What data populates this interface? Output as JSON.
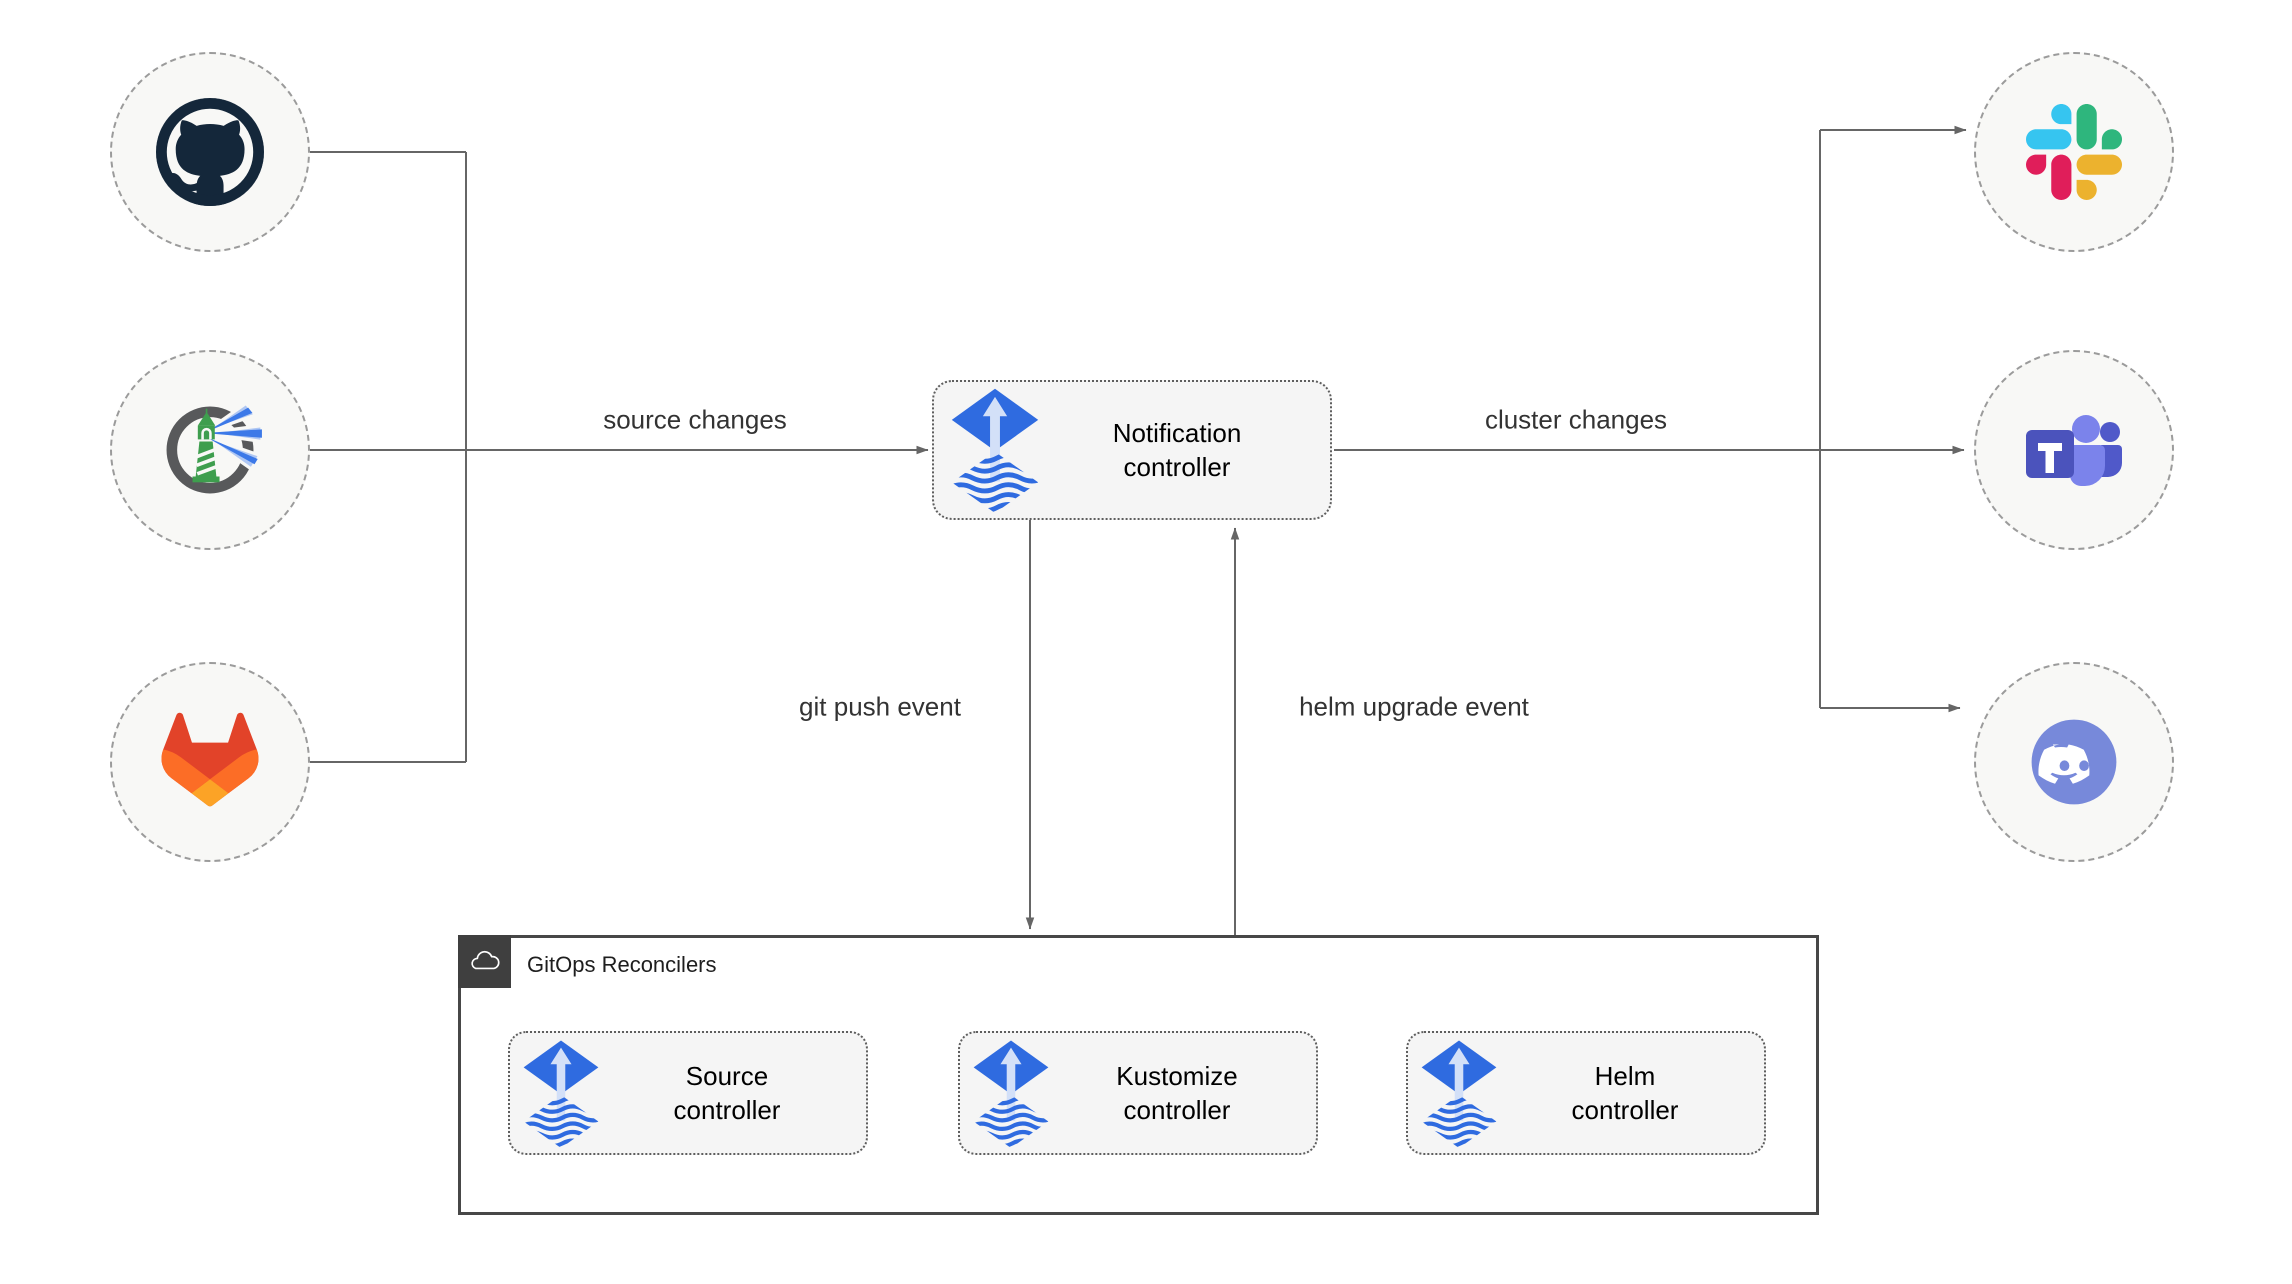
{
  "diagram": {
    "sources": [
      {
        "name": "GitHub",
        "icon": "github-icon"
      },
      {
        "name": "Harbor",
        "icon": "harbor-icon"
      },
      {
        "name": "GitLab",
        "icon": "gitlab-icon"
      }
    ],
    "notification_controller": {
      "line1": "Notification",
      "line2": "controller",
      "icon": "flux-icon"
    },
    "alert_targets": [
      {
        "name": "Slack",
        "icon": "slack-icon"
      },
      {
        "name": "Microsoft Teams",
        "icon": "teams-icon"
      },
      {
        "name": "Discord",
        "icon": "discord-icon"
      }
    ],
    "edge_labels": {
      "source_changes": "source changes",
      "cluster_changes": "cluster changes",
      "git_push_event": "git push event",
      "helm_upgrade_event": "helm upgrade event"
    },
    "gitops_reconcilers": {
      "title": "GitOps Reconcilers",
      "icon": "cloud-icon",
      "controllers": [
        {
          "line1": "Source",
          "line2": "controller",
          "icon": "flux-icon"
        },
        {
          "line1": "Kustomize",
          "line2": "controller",
          "icon": "flux-icon"
        },
        {
          "line1": "Helm",
          "line2": "controller",
          "icon": "flux-icon"
        }
      ]
    },
    "colors": {
      "flux_blue": "#2F6BE0",
      "flux_arrow_light": "#D3E0F8",
      "connector_gray": "#666666",
      "node_fill": "#F5F5F5",
      "circle_fill": "#F8F8F6",
      "circle_dash": "#9B9B9B",
      "container_border": "#474747",
      "container_badge": "#3F3F3F",
      "github_dark": "#14273A",
      "harbor_green": "#3E9E4E",
      "harbor_ring_gray": "#58595B",
      "gitlab_red": "#E24329",
      "gitlab_orange": "#FC6D26",
      "gitlab_yellow": "#FCA326",
      "slack_blue": "#36C5F0",
      "slack_green": "#2EB67D",
      "slack_red": "#E01E5A",
      "slack_yellow": "#ECB22E",
      "teams_purple": "#4B53BC",
      "teams_light_purple": "#7B83EB",
      "discord_blurple": "#7789DA"
    }
  }
}
